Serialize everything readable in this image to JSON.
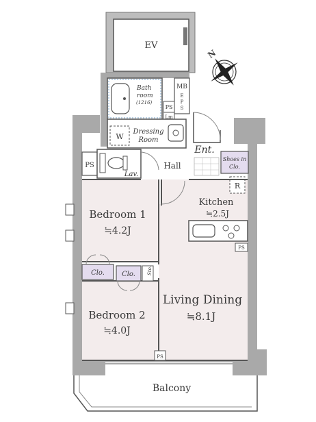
{
  "colors": {
    "room_fill": "#f3ecec",
    "wet_fill": "#ffffff",
    "structure": "#a9a9a9",
    "wall": "#555555",
    "closet_fill": "#e4dcef",
    "accent": "#3a3a3a"
  },
  "rooms": {
    "ev": "EV",
    "mb": "MB",
    "eps": "E\nP\nS",
    "bath_line1": "Bath",
    "bath_line2": "room",
    "bath_line3": "(1216)",
    "ps_top": "PS",
    "lm": "Lm",
    "w": "W",
    "dressing_line1": "Dressing",
    "dressing_line2": "Room",
    "ent": "Ent.",
    "ps_left": "PS",
    "lav": "Lav.",
    "hall": "Hall",
    "shoes_line1": "Shoes in",
    "shoes_line2": "Clo.",
    "r": "R",
    "kitchen": "Kitchen",
    "kitchen_size": "≒2.5J",
    "ps_kitchen": "PS",
    "bedroom1": "Bedroom 1",
    "bedroom1_size": "≒4.2J",
    "clo1": "Clo.",
    "clo2": "Clo.",
    "sto": "Sto.",
    "living": "Living Dining",
    "living_size": "≒8.1J",
    "bedroom2": "Bedroom 2",
    "bedroom2_size": "≒4.0J",
    "ps_bottom": "PS",
    "balcony": "Balcony"
  },
  "compass": {
    "label": "N",
    "icon": "north-arrow-icon"
  }
}
